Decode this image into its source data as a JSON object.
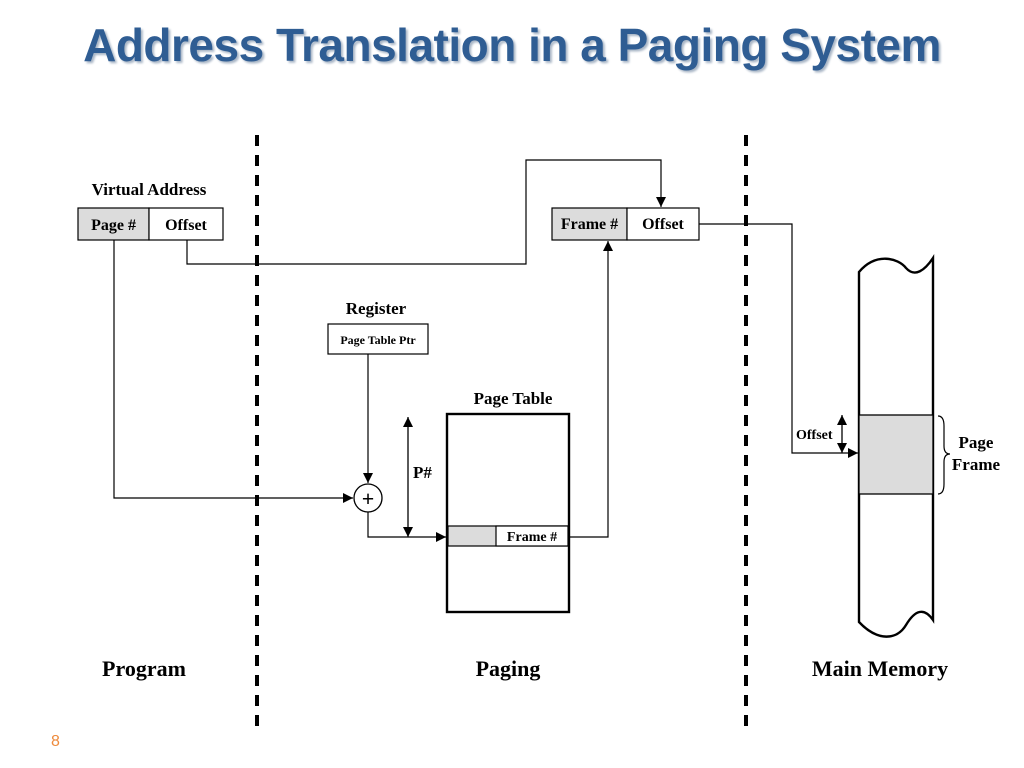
{
  "title": "Address Translation in a Paging System",
  "slide_number": "8",
  "colors": {
    "title": "#2f5d93",
    "shaded_field": "#dcdcdc",
    "slide_number": "#ee8a3c"
  },
  "virtual_address": {
    "label": "Virtual Address",
    "page_field": "Page #",
    "offset_field": "Offset"
  },
  "physical_address": {
    "frame_field": "Frame #",
    "offset_field": "Offset"
  },
  "register": {
    "label": "Register",
    "value": "Page Table Ptr"
  },
  "adder_symbol": "+",
  "page_table": {
    "label": "Page Table",
    "entry_field": "Frame #",
    "index_label": "P#"
  },
  "main_memory": {
    "offset_label": "Offset",
    "frame_label_line1": "Page",
    "frame_label_line2": "Frame"
  },
  "sections": {
    "program": "Program",
    "paging": "Paging",
    "main_memory": "Main Memory"
  }
}
